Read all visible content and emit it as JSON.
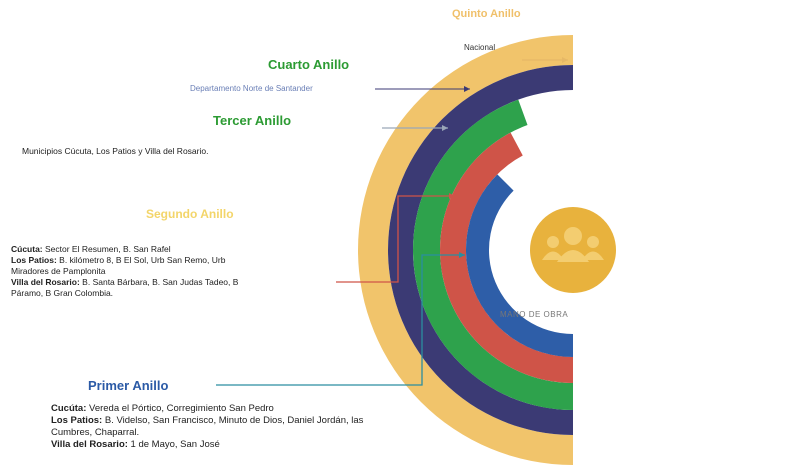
{
  "rings": {
    "quinto": {
      "title": "Quinto Anillo",
      "desc": "Nacional",
      "color": "#f1c46b",
      "title_color": "#f0c06a"
    },
    "cuarto": {
      "title": "Cuarto Anillo",
      "desc": "Departamento Norte de Santander",
      "color": "#3b3a74",
      "title_color": "#2c9b33",
      "desc_color": "#6a7fb6"
    },
    "tercer": {
      "title": "Tercer Anillo",
      "desc": "Municipios Cúcuta, Los Patios y Villa del Rosario.",
      "color": "#2ea24c",
      "title_color": "#2c9b33"
    },
    "segundo": {
      "title": "Segundo Anillo",
      "color": "#cf5448",
      "title_color": "#f3d56a",
      "lines": [
        {
          "label": "Cúcuta:",
          "text": " Sector El Resumen, B. San Rafel"
        },
        {
          "label": "Los Patios:",
          "text": " B. kilómetro 8, B El Sol, Urb San Remo, Urb"
        },
        {
          "label": "",
          "text": "Miradores de Pamplonita"
        },
        {
          "label": "Villa del Rosario:",
          "text": " B. Santa Bárbara, B. San Judas Tadeo, B"
        },
        {
          "label": "",
          "text": "Páramo, B Gran Colombia."
        }
      ]
    },
    "primer": {
      "title": "Primer Anillo",
      "color": "#2e5ea8",
      "title_color": "#2b5aa6",
      "lines": [
        {
          "label": "Cucúta:",
          "text": "   Vereda el Pórtico, Corregimiento San Pedro"
        },
        {
          "label": "Los Patios:",
          "text": " B. Videlso, San Francisco, Minuto de Dios, Daniel Jordán, las"
        },
        {
          "label": "",
          "text": "Cumbres, Chaparral."
        },
        {
          "label": "Villa del Rosario:",
          "text": " 1 de Mayo, San José"
        }
      ]
    }
  },
  "center": {
    "label": "MANO DE OBRA",
    "icon": "people-group-icon",
    "color": "#e8b23d"
  },
  "connector_colors": {
    "quinto": "#e6b866",
    "cuarto": "#3b3a74",
    "tercer": "#9aa6b8",
    "segundo": "#cf5448",
    "primer": "#2a8ea0"
  }
}
